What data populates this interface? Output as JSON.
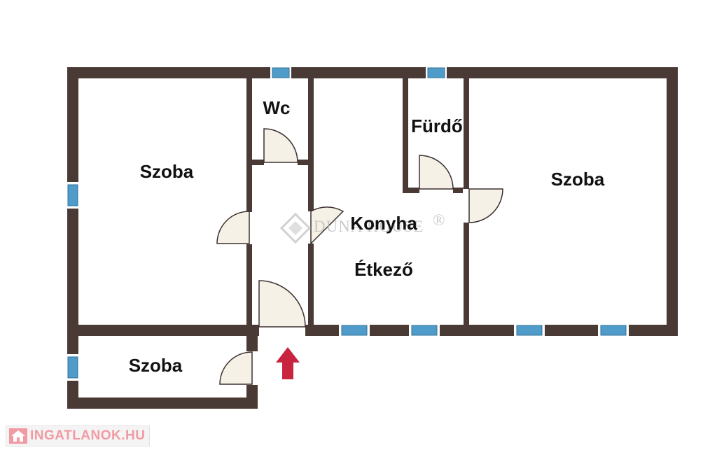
{
  "rooms": {
    "szoba_left": "Szoba",
    "wc": "Wc",
    "furdo": "Fürdő",
    "szoba_right": "Szoba",
    "konyha": "Konyha",
    "etkezo": "Étkező",
    "szoba_small": "Szoba"
  },
  "watermark": {
    "text": "DUNA HOUSE",
    "mark": "®"
  },
  "branding": {
    "site": "INGATLANOK.HU"
  },
  "icons": {
    "entrance": "entrance-arrow-icon",
    "logo": "house-logo-icon"
  },
  "colors": {
    "wall": "#4a3a36",
    "window": "#4f9ccb",
    "door_fill": "#f6f1e6",
    "arrow": "#c8233f",
    "branding": "#f29aa4"
  }
}
